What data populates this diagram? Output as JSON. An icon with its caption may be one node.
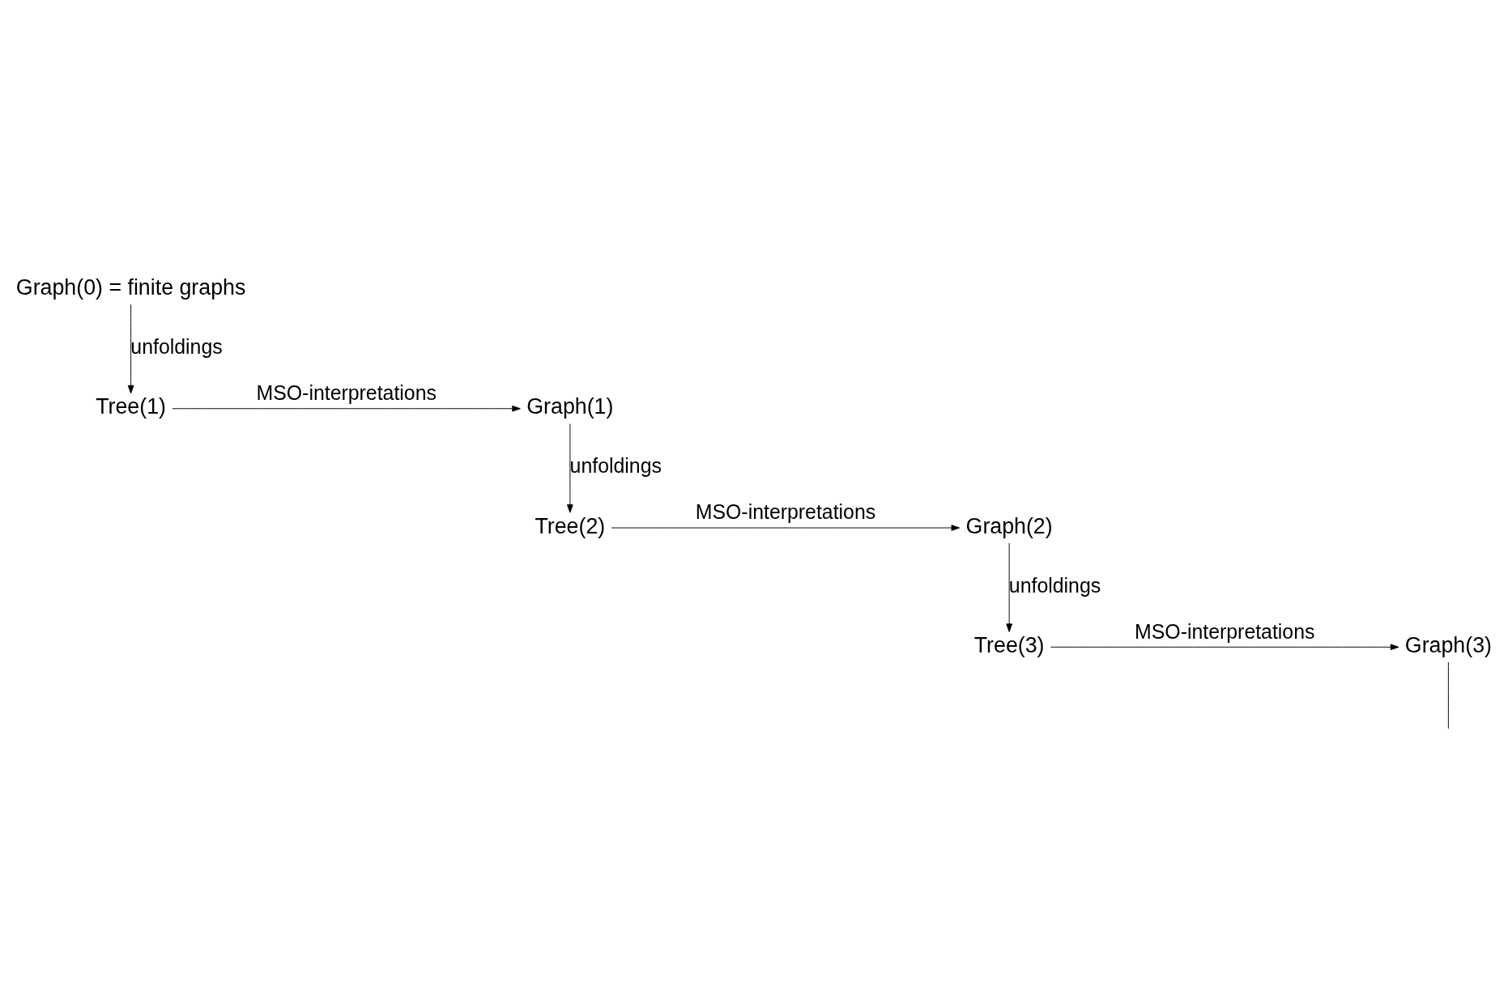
{
  "diagram": {
    "nodes": [
      {
        "text": [
          "Graph(0) = finite graphs"
        ]
      },
      {
        "text": [
          "Tree(1)"
        ]
      },
      {
        "text": [
          "Graph(1)"
        ]
      },
      {
        "text": [
          "Tree(2)"
        ]
      },
      {
        "text": [
          "Graph(2)"
        ]
      },
      {
        "text": [
          "Tree(3)"
        ]
      },
      {
        "text": [
          "Graph(3)"
        ]
      }
    ],
    "edges": [
      {
        "from": 0,
        "to": 1,
        "arrow": "to",
        "label": "unfoldings"
      },
      {
        "from": 1,
        "to": 2,
        "arrow": "to",
        "label": "MSO-interpretations"
      },
      {
        "from": 2,
        "to": 3,
        "arrow": "to",
        "label": "unfoldings"
      },
      {
        "from": 3,
        "to": 4,
        "arrow": "to",
        "label": "MSO-interpretations"
      },
      {
        "from": 4,
        "to": 5,
        "arrow": "to",
        "label": "unfoldings"
      },
      {
        "from": 5,
        "to": 6,
        "arrow": "to",
        "label": "MSO-interpretations"
      },
      {
        "from": 6,
        "to": null,
        "arrow": "none"
      }
    ]
  }
}
